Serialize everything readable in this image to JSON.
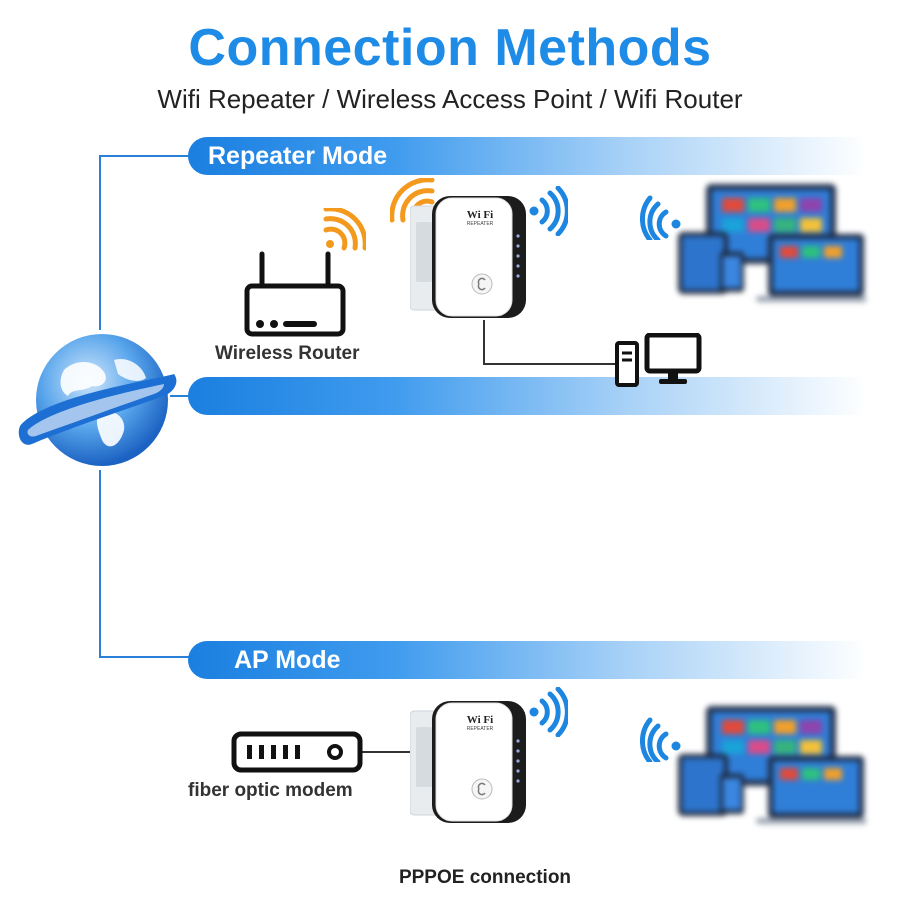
{
  "header": {
    "title": "Connection Methods",
    "subtitle": "Wifi Repeater / Wireless Access Point / Wifi Router"
  },
  "repeater_mode": {
    "label": "Repeater Mode",
    "router_caption": "Wireless Router"
  },
  "ap_mode": {
    "label": "AP Mode",
    "modem_caption": "fiber optic modem",
    "footer_caption": "PPPOE connection"
  },
  "device": {
    "brand": "Wi Fi",
    "model": "REPEATER"
  },
  "colors": {
    "accent_blue": "#1e8be6",
    "signal_orange": "#f39a1e",
    "signal_blue": "#1c86e0"
  }
}
